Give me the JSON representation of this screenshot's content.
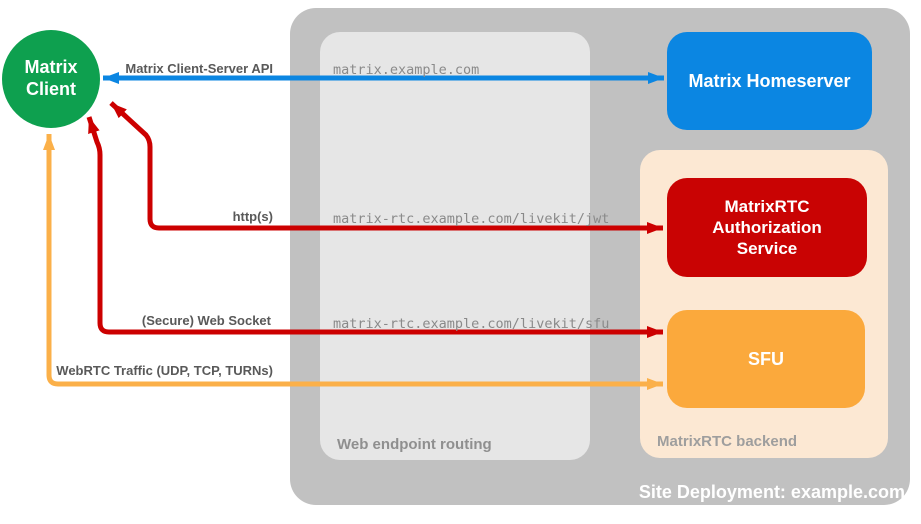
{
  "diagram_title": "Site Deployment: example.com",
  "nodes": {
    "client": {
      "label": "Matrix Client"
    },
    "homeserver": {
      "label": "Matrix Homeserver"
    },
    "auth_service": {
      "label": "MatrixRTC Authorization Service"
    },
    "sfu": {
      "label": "SFU"
    }
  },
  "containers": {
    "site": {
      "label": "Site Deployment: example.com"
    },
    "routing": {
      "label": "Web endpoint routing"
    },
    "backend": {
      "label": "MatrixRTC backend"
    }
  },
  "connections": [
    {
      "protocol": "Matrix Client-Server API",
      "route": "matrix.example.com",
      "from": "Matrix Client",
      "to": "Matrix Homeserver",
      "direction": "bidirectional",
      "color": "#0b86e2"
    },
    {
      "protocol": "http(s)",
      "route": "matrix-rtc.example.com/livekit/jwt",
      "from": "Matrix Client",
      "to": "MatrixRTC Authorization Service",
      "direction": "bidirectional",
      "color": "#cc0000"
    },
    {
      "protocol": "(Secure) Web Socket",
      "route": "matrix-rtc.example.com/livekit/sfu",
      "from": "Matrix Client",
      "to": "SFU",
      "direction": "bidirectional",
      "color": "#cc0000"
    },
    {
      "protocol": "WebRTC Traffic (UDP, TCP, TURNs)",
      "route": "",
      "from": "Matrix Client",
      "to": "SFU",
      "direction": "bidirectional",
      "color": "#fbb049"
    }
  ],
  "colors": {
    "green": "#0ea04f",
    "blue": "#0b86e2",
    "red": "#cc0000",
    "orange": "#fba93c",
    "orange_arrow": "#fbb049",
    "outer": "#c1c1c1",
    "routing": "#e6e6e6",
    "peach": "#fce8d3"
  }
}
